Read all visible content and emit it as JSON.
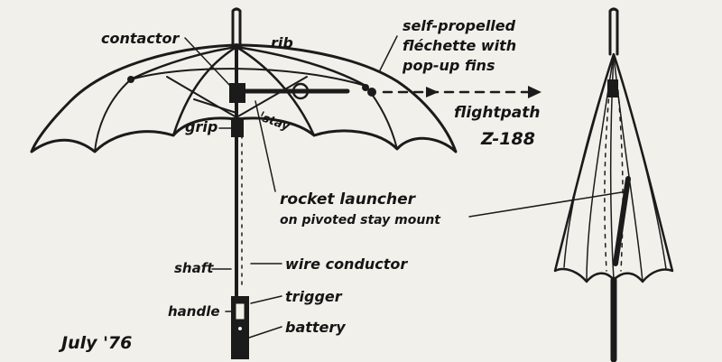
{
  "diagram": {
    "labels": {
      "contactor": "contactor",
      "rib": "rib",
      "grip": "grip",
      "stay": "stay",
      "flechette_line1": "self-propelled",
      "flechette_line2": "fléchette with",
      "flechette_line3": "pop-up fins",
      "flightpath_line1": "flightpath",
      "flightpath_line2": "Z-188",
      "launcher_line1": "rocket launcher",
      "launcher_line2": "on pivoted stay mount",
      "shaft": "shaft",
      "wire": "wire conductor",
      "trigger": "trigger",
      "handle": "handle",
      "battery": "battery",
      "date": "July '76"
    }
  }
}
